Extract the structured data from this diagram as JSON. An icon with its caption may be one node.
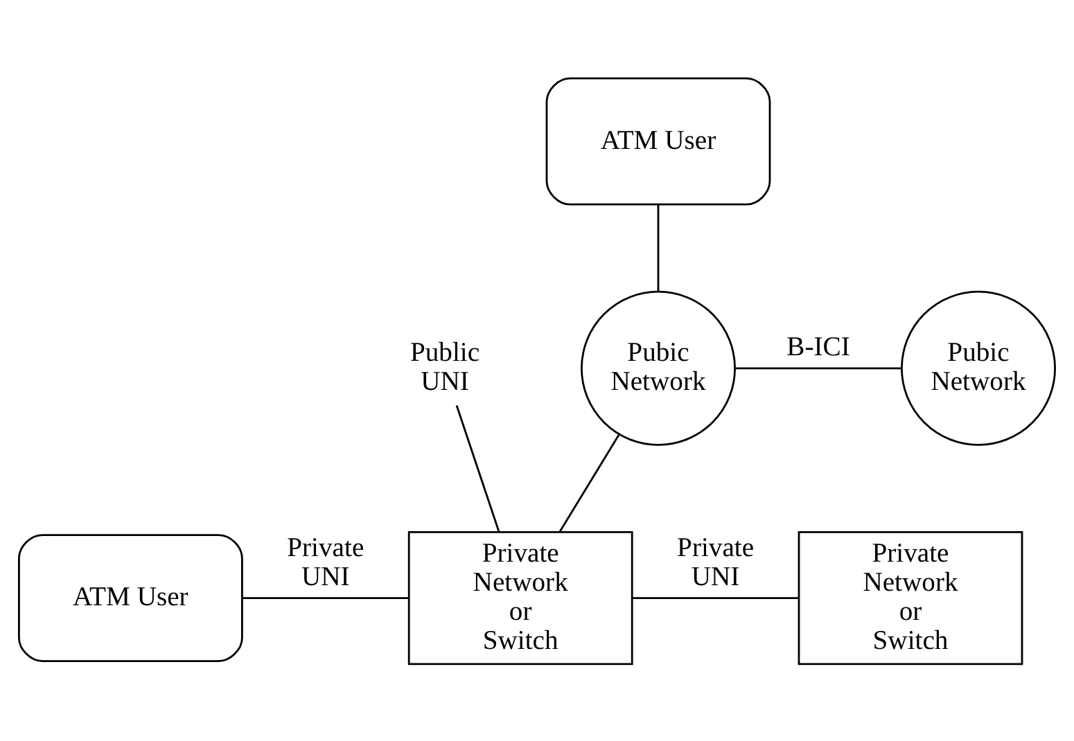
{
  "diagram": {
    "nodes": [
      {
        "text": [
          "Public UNI"
        ]
      },
      {
        "text": [
          "Pubic Network"
        ]
      },
      {
        "text": [
          "Pubic Network"
        ]
      },
      {
        "text": [
          "ATM User"
        ]
      },
      {
        "text": [
          "ATM User"
        ]
      },
      {
        "text": [
          "Private Network or Switch"
        ]
      },
      {
        "text": [
          "Private Network or Switch"
        ]
      }
    ],
    "edges": [
      {
        "from": 1,
        "to": 2,
        "arrow": "none",
        "label": "B-ICI"
      },
      {
        "from": 3,
        "to": 1,
        "arrow": "none"
      },
      {
        "from": 5,
        "to": 1,
        "arrow": "none"
      },
      {
        "from": 0,
        "to": 5,
        "arrow": "none"
      },
      {
        "from": 4,
        "to": 5,
        "arrow": "none",
        "label": "Private UNI"
      },
      {
        "from": 5,
        "to": 6,
        "arrow": "none",
        "label": "Private UNI"
      }
    ]
  }
}
